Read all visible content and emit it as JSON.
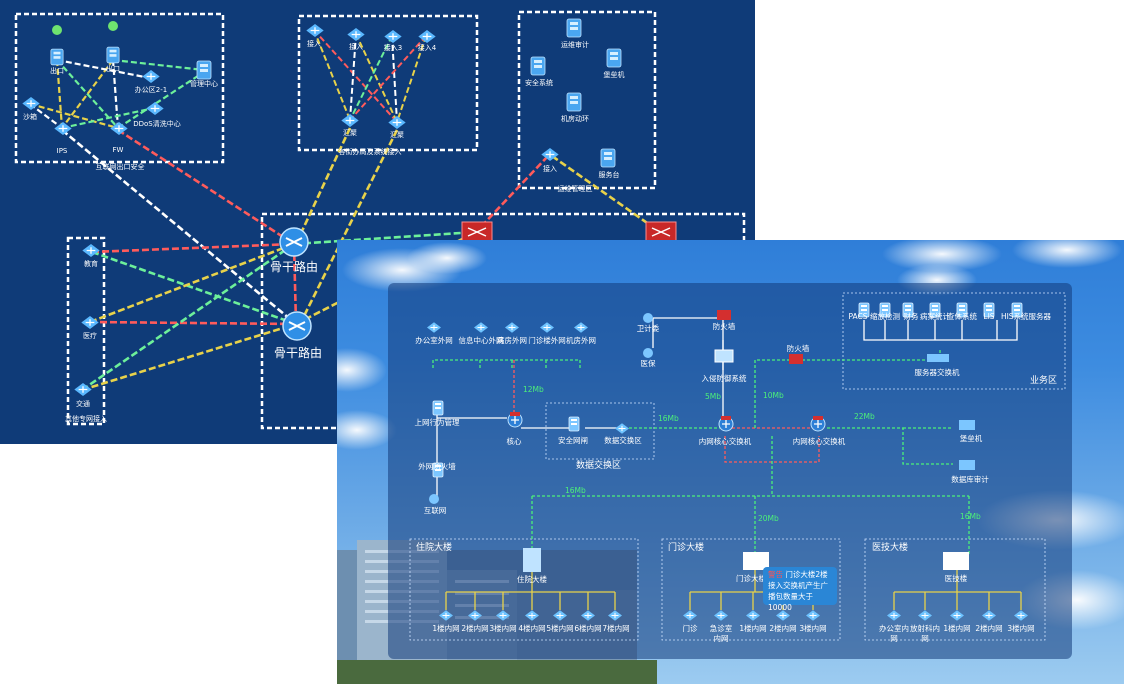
{
  "back_panel": {
    "groups": {
      "internet": "互联网出口安全",
      "access": "各街办局及系统接入",
      "ops": "运维管理区",
      "other": "其他专网接入"
    },
    "nodes": {
      "exit1": "出口",
      "exit2": "出口",
      "office": "办公区2-1",
      "mgmt": "管理中心",
      "ddos": "DDoS清洗中心",
      "sandbox": "沙箱",
      "ips": "IPS",
      "fw": "FW",
      "acc1": "接入",
      "acc2": "接入",
      "acc3": "接入3",
      "acc4": "接入4",
      "agg1": "汇聚",
      "agg2": "汇聚",
      "audit": "运维审计",
      "security": "安全系统",
      "bastion": "堡垒机",
      "env": "机房动环",
      "access_ops": "接入",
      "server": "服务台",
      "edu": "教育",
      "medical": "医疗",
      "traffic": "交通"
    },
    "routers": [
      "骨干路由",
      "骨干路由"
    ]
  },
  "front_panel": {
    "top_row": [
      "办公室外网",
      "信息中心外网",
      "病房外网",
      "门诊楼外网",
      "机房外网"
    ],
    "left": {
      "behavior": "上网行为管理",
      "firewall": "外网防火墙",
      "internet": "互联网",
      "core": "核心",
      "speed_top": "12Mb"
    },
    "exchange": {
      "gateway": "安全网闸",
      "switch": "数据交换区",
      "zone": "数据交换区",
      "speed": "16Mb"
    },
    "defense": {
      "health": "卫计委",
      "insurance": "医保",
      "fw": "防火墙",
      "ids": "入侵防御系统",
      "speed": "5Mb"
    },
    "core": {
      "switch1": "内网核心交换机",
      "switch2": "内网核心交换机",
      "fw2": "防火墙",
      "speed_up": "10Mb",
      "speed_right": "22Mb"
    },
    "business": {
      "zone": "业务区",
      "systems": [
        "PACS",
        "缩放检测",
        "财务",
        "病案统计",
        "查体系统",
        "LIS",
        "HIS系统服务器"
      ],
      "server_switch": "服务器交换机"
    },
    "right": {
      "bastion": "堡垒机",
      "db_audit": "数据库审计"
    },
    "speeds": {
      "left_branch": "16Mb",
      "mid_branch": "20Mb",
      "right_branch": "16Mb"
    },
    "inpatient": {
      "title": "住院大楼",
      "building": "住院大楼",
      "floors": [
        "1楼内网",
        "2楼内网",
        "3楼内网",
        "4楼内网",
        "5楼内网",
        "6楼内网",
        "7楼内网"
      ]
    },
    "outpatient": {
      "title": "门诊大楼",
      "building": "门诊大楼",
      "nets": [
        "门诊",
        "急诊室内网",
        "1楼内网",
        "2楼内网",
        "3楼内网"
      ],
      "tooltip": {
        "alert": "警告",
        "text": "门诊大楼2楼接入交换机产生广播包数量大于10000"
      }
    },
    "medtech": {
      "title": "医技大楼",
      "building": "医技楼",
      "nets": [
        "办公室内网",
        "放射科内网",
        "1楼内网",
        "2楼内网",
        "3楼内网"
      ]
    }
  }
}
